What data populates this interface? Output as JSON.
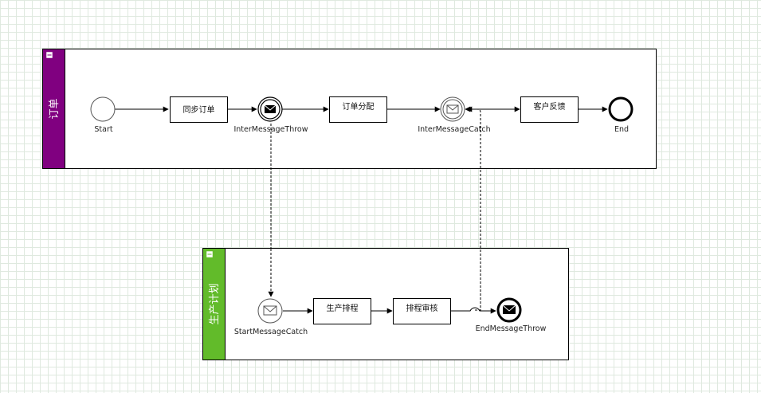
{
  "pools": [
    {
      "title": "订单",
      "header_color": "#800080",
      "collapse_icon": "minus-square-icon"
    },
    {
      "title": "生产计划",
      "header_color": "#62bb2a",
      "collapse_icon": "minus-square-icon"
    }
  ],
  "order_pool": {
    "start_event": {
      "label": "Start"
    },
    "task_sync_order": {
      "label": "同步订单"
    },
    "inter_message_throw": {
      "label": "InterMessageThrow",
      "icon": "envelope-icon"
    },
    "task_order_assign": {
      "label": "订单分配"
    },
    "inter_message_catch": {
      "label": "InterMessageCatch",
      "icon": "envelope-icon"
    },
    "task_customer_feedback": {
      "label": "客户反馈"
    },
    "end_event": {
      "label": "End"
    }
  },
  "production_pool": {
    "start_message_catch": {
      "label": "StartMessageCatch",
      "icon": "envelope-icon"
    },
    "task_production_schedule": {
      "label": "生产排程"
    },
    "task_schedule_review": {
      "label": "排程审核"
    },
    "end_message_throw": {
      "label": "EndMessageThrow",
      "icon": "envelope-filled-icon"
    }
  }
}
